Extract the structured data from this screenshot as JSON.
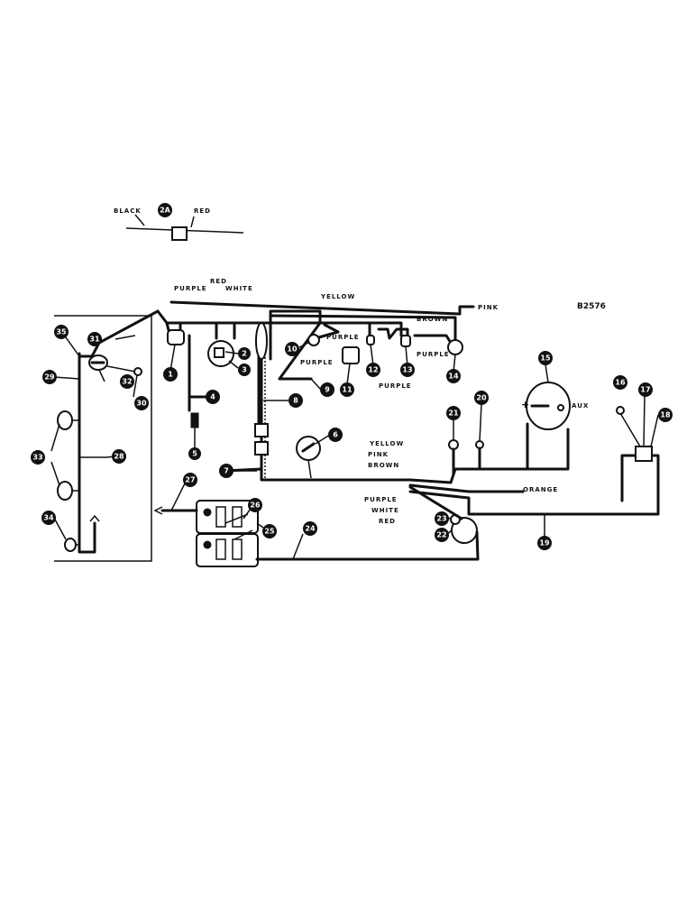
{
  "diagram_code": "B2576",
  "wire_labels": {
    "black": "BLACK",
    "red_top": "RED",
    "red": "RED",
    "purple": "PURPLE",
    "white": "WHITE",
    "yellow": "YELLOW",
    "pink": "PINK",
    "brown": "BROWN",
    "purple_2": "PURPLE",
    "purple_3": "PURPLE",
    "purple_4": "PURPLE",
    "purple_5": "PURPLE",
    "yellow_2": "YELLOW",
    "pink_2": "PINK",
    "brown_2": "BROWN",
    "purple_6": "PURPLE",
    "white_2": "WHITE",
    "red_2": "RED",
    "orange": "ORANGE",
    "aux": "AUX",
    "plus": "+"
  },
  "callouts": [
    "1",
    "2",
    "2A",
    "3",
    "4",
    "5",
    "6",
    "7",
    "8",
    "9",
    "10",
    "11",
    "12",
    "13",
    "14",
    "15",
    "16",
    "17",
    "18",
    "19",
    "20",
    "21",
    "22",
    "23",
    "24",
    "25",
    "26",
    "27",
    "28",
    "29",
    "30",
    "31",
    "32",
    "33",
    "34",
    "35"
  ]
}
